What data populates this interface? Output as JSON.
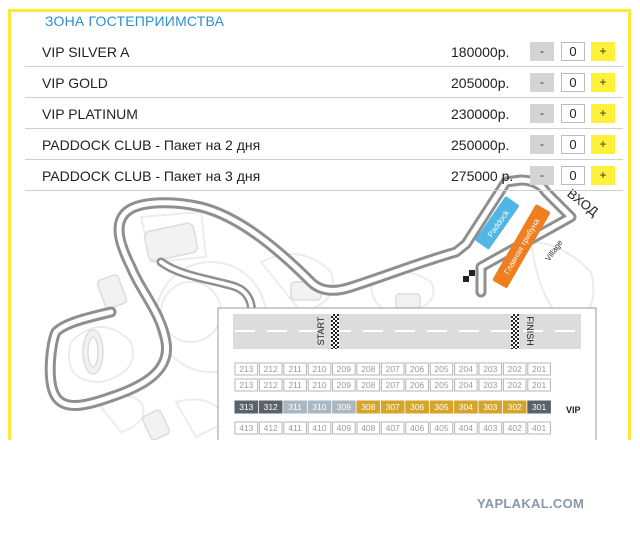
{
  "section": {
    "title": "ЗОНА ГОСТЕПРИИМСТВА"
  },
  "packages": [
    {
      "name": "VIP SILVER A",
      "price": "180000р.",
      "qty": "0"
    },
    {
      "name": "VIP GOLD",
      "price": "205000р.",
      "qty": "0"
    },
    {
      "name": "VIP PLATINUM",
      "price": "230000р.",
      "qty": "0"
    },
    {
      "name": "PADDOCK CLUB - Пакет на 2 дня",
      "price": "250000р.",
      "qty": "0"
    },
    {
      "name": "PADDOCK CLUB - Пакет на 3 дня",
      "price": "275000 р.",
      "qty": "0"
    }
  ],
  "controls": {
    "minus": "-",
    "plus": "+"
  },
  "map": {
    "entrance": "ВХОД",
    "paddock": "Paddock",
    "main_stand": "Главная трибуна",
    "village": "Village",
    "start": "START",
    "finish": "FINISH",
    "vip_label": "VIP",
    "seat_rows": [
      [
        "213",
        "212",
        "211",
        "210",
        "209",
        "208",
        "207",
        "206",
        "205",
        "204",
        "203",
        "202",
        "201"
      ],
      [
        "213",
        "212",
        "211",
        "210",
        "209",
        "208",
        "207",
        "206",
        "205",
        "204",
        "203",
        "202",
        "201"
      ],
      [
        "313",
        "312",
        "311",
        "310",
        "309",
        "308",
        "307",
        "306",
        "305",
        "304",
        "303",
        "302",
        "301"
      ],
      [
        "413",
        "412",
        "411",
        "410",
        "409",
        "408",
        "407",
        "406",
        "405",
        "404",
        "403",
        "402",
        "401"
      ]
    ],
    "vip_colors": [
      "#5a636b",
      "#5a636b",
      "#aab7c1",
      "#aab7c1",
      "#aab7c1",
      "#d4a52a",
      "#d4a52a",
      "#d4a52a",
      "#d4a52a",
      "#d4a52a",
      "#d4a52a",
      "#d4a52a",
      "#5a636b"
    ]
  },
  "watermark": "YAPLAKAL.COM",
  "colors": {
    "accent": "#ffe83a",
    "title": "#2d8fd0",
    "paddock": "#4fb6e6",
    "main_stand": "#f07d1e"
  }
}
